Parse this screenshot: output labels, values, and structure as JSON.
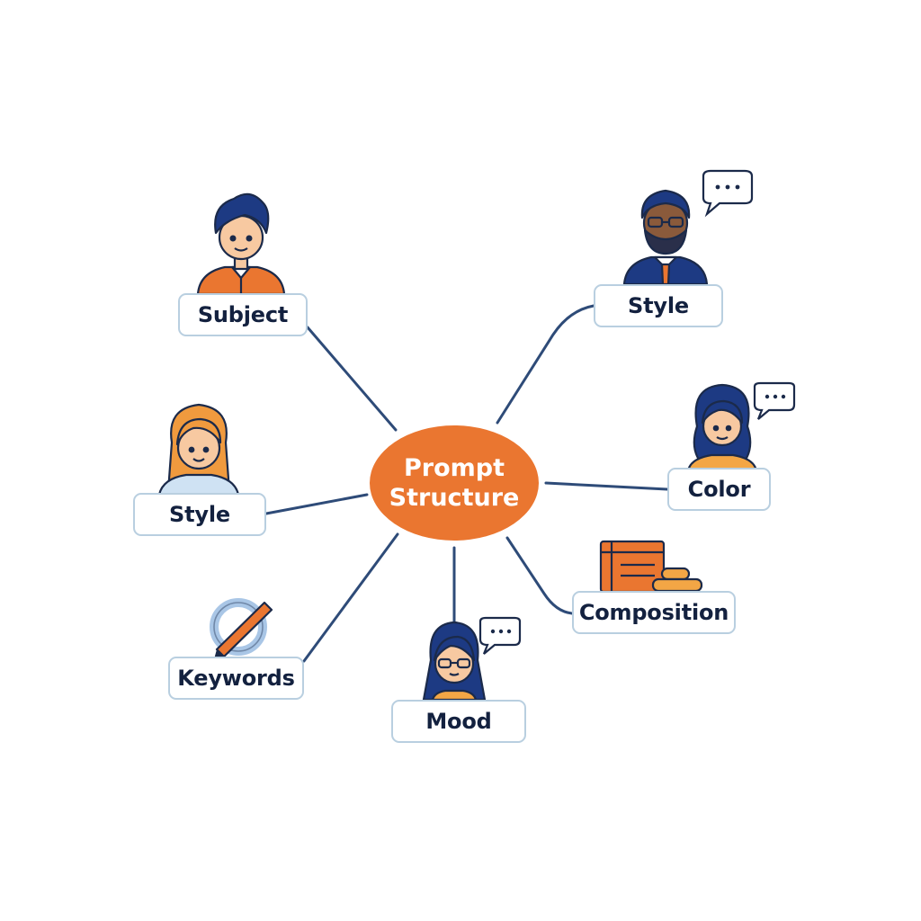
{
  "center": {
    "line1": "Prompt",
    "line2": "Structure"
  },
  "nodes": {
    "subject": "Subject",
    "style_top": "Style",
    "style_left": "Style",
    "color": "Color",
    "composition": "Composition",
    "keywords": "Keywords",
    "mood": "Mood"
  },
  "colors": {
    "accent": "#ea7630",
    "line": "#2e4b78",
    "navy": "#1d3a83",
    "box_border": "#b9cfe0"
  },
  "icons": [
    "person-icon",
    "speech-bubble-icon",
    "books-icon",
    "paintbrush-icon"
  ]
}
